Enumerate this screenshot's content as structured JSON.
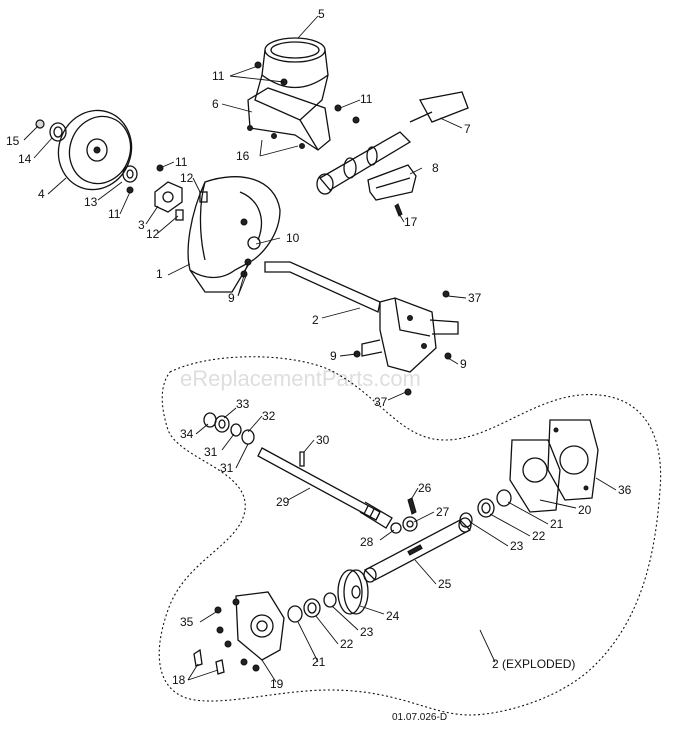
{
  "watermark": "eReplacementParts.com",
  "drawing_number": "01.07.026-D",
  "callouts": {
    "c5": "5",
    "c11a": "11",
    "c6": "6",
    "c11b": "11",
    "c7": "7",
    "c15": "15",
    "c14": "14",
    "c16": "16",
    "c4": "4",
    "c11c": "11",
    "c12a": "12",
    "c8": "8",
    "c13": "13",
    "c11d": "11",
    "c3": "3",
    "c12b": "12",
    "c10": "10",
    "c17": "17",
    "c1": "1",
    "c9a": "9",
    "c37a": "37",
    "c2": "2",
    "c9b": "9",
    "c9c": "9",
    "c37b": "37",
    "c33": "33",
    "c34": "34",
    "c32": "32",
    "c30": "30",
    "c31a": "31",
    "c31b": "31",
    "c36": "36",
    "c26": "26",
    "c29": "29",
    "c20": "20",
    "c27": "27",
    "c21a": "21",
    "c28": "28",
    "c22a": "22",
    "c23a": "23",
    "c25": "25",
    "c35": "35",
    "c24": "24",
    "c23b": "23",
    "c22b": "22",
    "c21b": "21",
    "c2x": "2 (EXPLODED)",
    "c18": "18",
    "c19": "19"
  }
}
